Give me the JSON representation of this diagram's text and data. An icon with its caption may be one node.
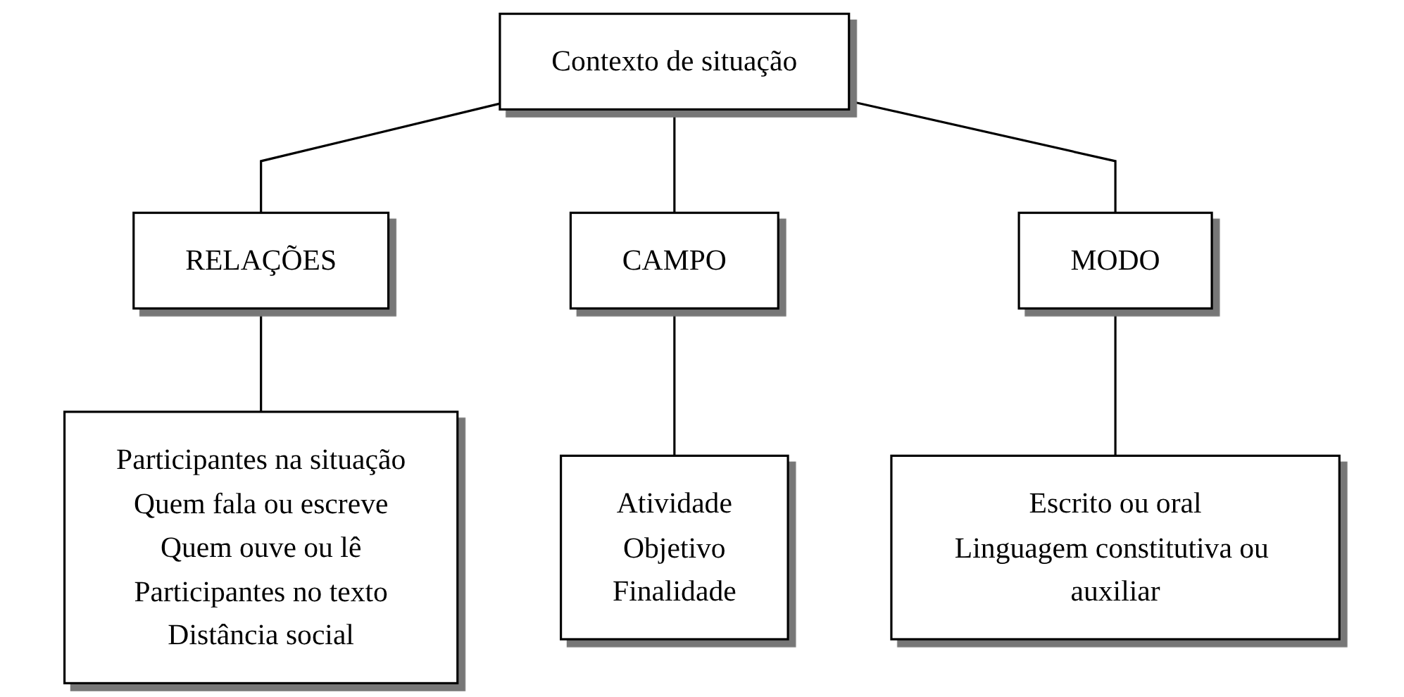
{
  "diagram": {
    "nodes": [
      {
        "text": [
          "Contexto de situação"
        ]
      },
      {
        "text": [
          "RELAÇÕES"
        ]
      },
      {
        "text": [
          "CAMPO"
        ]
      },
      {
        "text": [
          "MODO"
        ]
      },
      {
        "text": [
          "Participantes na situação",
          "Quem fala ou escreve",
          "Quem ouve ou lê",
          "Participantes no texto",
          "Distância social"
        ]
      },
      {
        "text": [
          "Atividade",
          "Objetivo",
          "Finalidade"
        ]
      },
      {
        "text": [
          "Escrito ou oral",
          "Linguagem constitutiva ou auxiliar"
        ]
      }
    ],
    "edges": [
      {
        "from": 0,
        "to": 1,
        "arrow": "none"
      },
      {
        "from": 0,
        "to": 2,
        "arrow": "none"
      },
      {
        "from": 0,
        "to": 3,
        "arrow": "none"
      },
      {
        "from": 1,
        "to": 4,
        "arrow": "none"
      },
      {
        "from": 2,
        "to": 5,
        "arrow": "none"
      },
      {
        "from": 3,
        "to": 6,
        "arrow": "none"
      }
    ]
  }
}
